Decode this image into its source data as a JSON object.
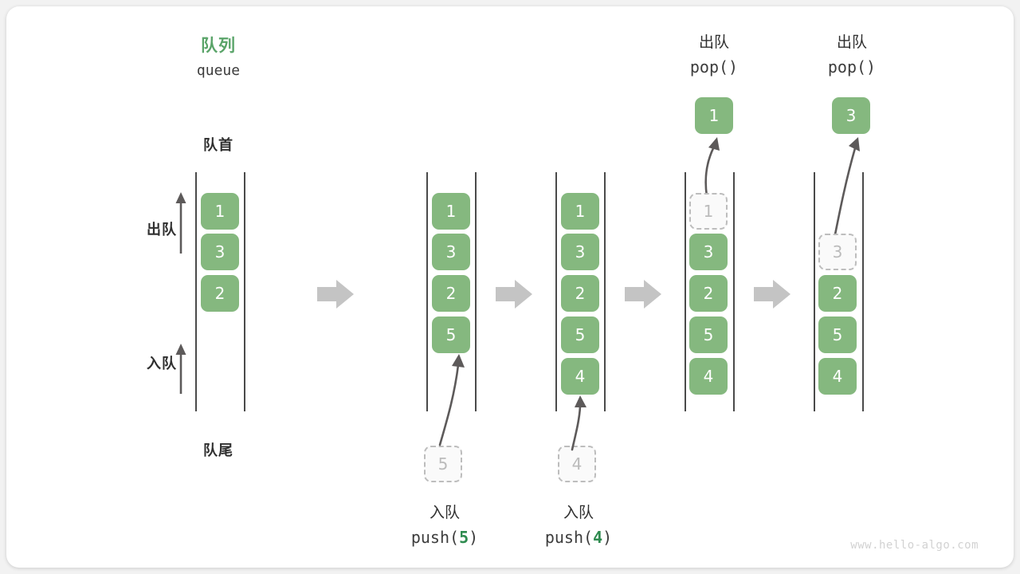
{
  "diagram": {
    "title_cn": "队列",
    "title_en": "queue",
    "front_label": "队首",
    "rear_label": "队尾",
    "dequeue_label": "出队",
    "enqueue_label": "入队",
    "watermark": "www.hello-algo.com",
    "accent_green": "#85b87f",
    "title_green": "#5aa469",
    "ghost_gray": "#bdbdbd",
    "arrow_gray": "#c4c4c4"
  },
  "steps": [
    {
      "id": "initial",
      "cells": [
        {
          "value": "1",
          "state": "filled"
        },
        {
          "value": "3",
          "state": "filled"
        },
        {
          "value": "2",
          "state": "filled"
        }
      ]
    },
    {
      "id": "push-5",
      "op_cn": "入队",
      "op_code_prefix": "push(",
      "op_code_arg": "5",
      "op_code_suffix": ")",
      "incoming": "5",
      "cells": [
        {
          "value": "1",
          "state": "filled"
        },
        {
          "value": "3",
          "state": "filled"
        },
        {
          "value": "2",
          "state": "filled"
        },
        {
          "value": "5",
          "state": "filled"
        }
      ]
    },
    {
      "id": "push-4",
      "op_cn": "入队",
      "op_code_prefix": "push(",
      "op_code_arg": "4",
      "op_code_suffix": ")",
      "incoming": "4",
      "cells": [
        {
          "value": "1",
          "state": "filled"
        },
        {
          "value": "3",
          "state": "filled"
        },
        {
          "value": "2",
          "state": "filled"
        },
        {
          "value": "5",
          "state": "filled"
        },
        {
          "value": "4",
          "state": "filled"
        }
      ]
    },
    {
      "id": "pop-1",
      "op_cn": "出队",
      "op_code": "pop()",
      "outgoing": "1",
      "cells": [
        {
          "value": "1",
          "state": "ghost"
        },
        {
          "value": "3",
          "state": "filled"
        },
        {
          "value": "2",
          "state": "filled"
        },
        {
          "value": "5",
          "state": "filled"
        },
        {
          "value": "4",
          "state": "filled"
        }
      ]
    },
    {
      "id": "pop-3",
      "op_cn": "出队",
      "op_code": "pop()",
      "outgoing": "3",
      "cells": [
        {
          "value": "",
          "state": "empty"
        },
        {
          "value": "3",
          "state": "ghost"
        },
        {
          "value": "2",
          "state": "filled"
        },
        {
          "value": "5",
          "state": "filled"
        },
        {
          "value": "4",
          "state": "filled"
        }
      ]
    }
  ],
  "flow_arrows": [
    {
      "id": "flow-1"
    },
    {
      "id": "flow-2"
    },
    {
      "id": "flow-3"
    },
    {
      "id": "flow-4"
    }
  ]
}
